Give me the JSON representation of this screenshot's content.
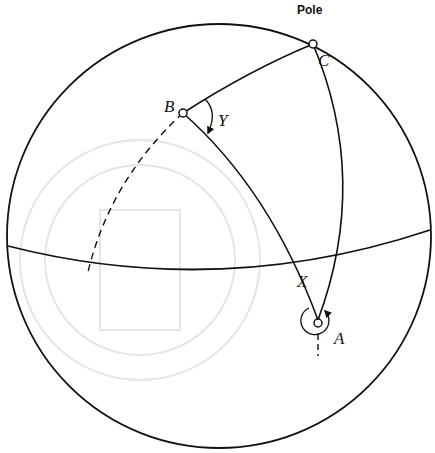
{
  "diagram": {
    "labels": [
      "Pole",
      "C",
      "B",
      "Y",
      "X",
      "A"
    ]
  }
}
